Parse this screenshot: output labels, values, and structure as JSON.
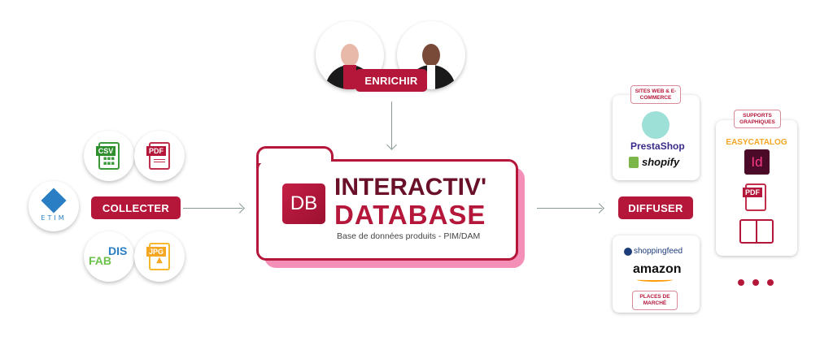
{
  "sources": {
    "csv": "CSV",
    "pdf": "PDF",
    "etim": "ETIM",
    "fab": "FAB",
    "dis": "DIS",
    "jpg": "JPG"
  },
  "collect_label": "COLLECTER",
  "enrich_label": "ENRICHIR",
  "database": {
    "logo": "DB",
    "title_line1": "INTERACTIV'",
    "title_line2": "DATABASE",
    "subtitle": "Base de données produits - PIM/DAM"
  },
  "diffuse_label": "DIFFUSER",
  "sites": {
    "label": "SITES WEB & E-COMMERCE",
    "brands": [
      "PrestaShop",
      "shopify"
    ]
  },
  "marketplaces": {
    "label": "PLACES DE MARCHÉ",
    "brands": [
      "shoppingfeed",
      "amazon"
    ]
  },
  "supports": {
    "label": "SUPPORTS GRAPHIQUES",
    "brand": "EASYCATALOG",
    "indesign": "Id",
    "pdf": "PDF"
  },
  "colors": {
    "brand": "#b5173a",
    "shadow": "#f48fb8"
  }
}
